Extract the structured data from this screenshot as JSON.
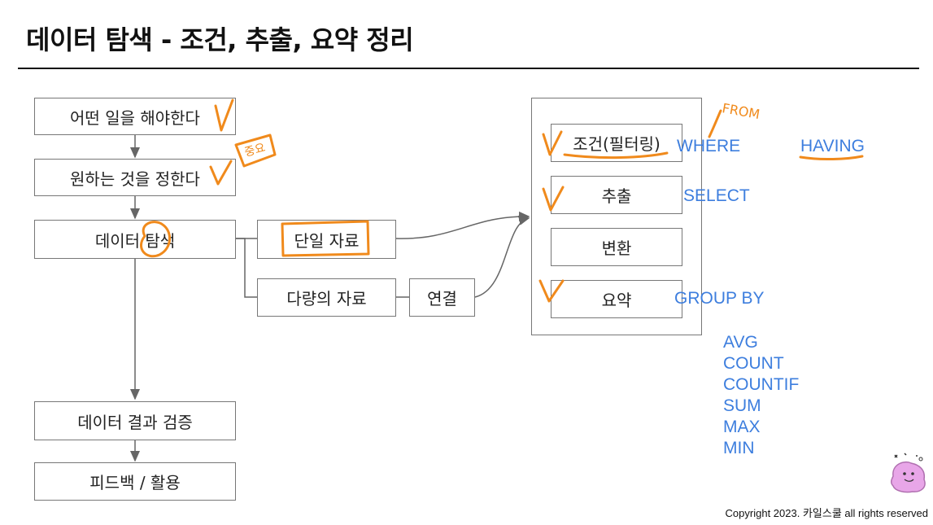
{
  "title": "데이터 탐색 - 조건, 추출, 요약 정리",
  "flow": {
    "step1": "어떤 일을 해야한다",
    "step2": "원하는 것을 정한다",
    "step3": "데이터 탐색",
    "step4": "데이터 결과 검증",
    "step5": "피드백 / 활용"
  },
  "branches": {
    "single": "단일 자료",
    "multi": "다량의 자료",
    "join": "연결"
  },
  "operations": {
    "condition": "조건(필터링)",
    "extract": "추출",
    "transform": "변환",
    "summary": "요약"
  },
  "keywords": {
    "where": "WHERE",
    "having": "HAVING",
    "select": "SELECT",
    "group_by": "GROUP BY"
  },
  "aggregates": [
    "AVG",
    "COUNT",
    "COUNTIF",
    "SUM",
    "MAX",
    "MIN"
  ],
  "annotations": {
    "from": "FROM",
    "important": "중요"
  },
  "copyright": "Copyright 2023. 카일스쿨 all rights reserved",
  "colors": {
    "annotation": "#f08a1c",
    "keyword": "#3d7ede",
    "box_border": "#777777"
  }
}
